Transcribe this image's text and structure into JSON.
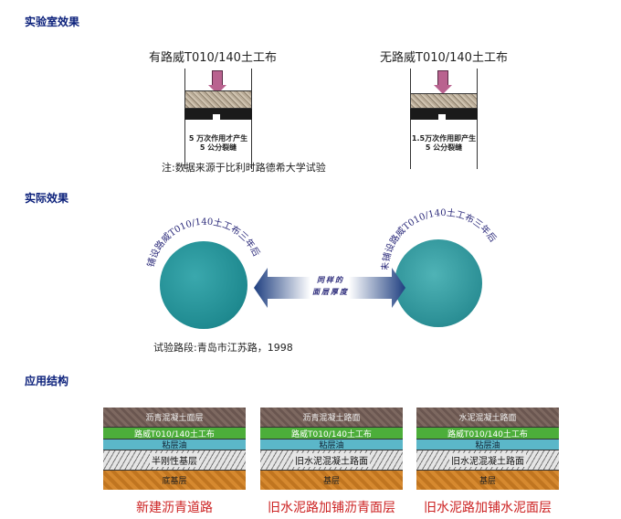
{
  "sections": {
    "lab": "实验室效果",
    "actual": "实际效果",
    "application": "应用结构"
  },
  "lab": {
    "left": {
      "title": "有路威T010/140土工布",
      "note_line1": "5 万次作用才产生",
      "note_line2": "5 公分裂缝"
    },
    "right": {
      "title": "无路威T010/140土工布",
      "note_line1": "1.5万次作用即产生",
      "note_line2": "5 公分裂缝"
    },
    "caption": "注:数据来源于比利时路德希大学试验"
  },
  "actual": {
    "left_label": "铺设路威T010/140土工布三年后",
    "right_label": "未铺设路威T010/140土工布三年后",
    "center_line1": "同样的",
    "center_line2": "面层厚度",
    "caption": "试验路段:青岛市江苏路，1998"
  },
  "structures": [
    {
      "layers": [
        "沥青混凝土面层",
        "路威T010/140土工布",
        "粘层油",
        "半刚性基层",
        "底基层"
      ],
      "caption": "新建沥青道路"
    },
    {
      "layers": [
        "沥青混凝土路面",
        "路威T010/140土工布",
        "粘层油",
        "旧水泥混凝土路面",
        "基层"
      ],
      "caption": "旧水泥路加铺沥青面层"
    },
    {
      "layers": [
        "水泥混凝土路面",
        "路威T010/140土工布",
        "粘层油",
        "旧水泥混凝土路面",
        "基层"
      ],
      "caption": "旧水泥路加铺水泥面层"
    }
  ],
  "colors": {
    "section": "#0a1f7a",
    "caption_red": "#cc2222",
    "arrow_blue": "#2a4f8f"
  }
}
